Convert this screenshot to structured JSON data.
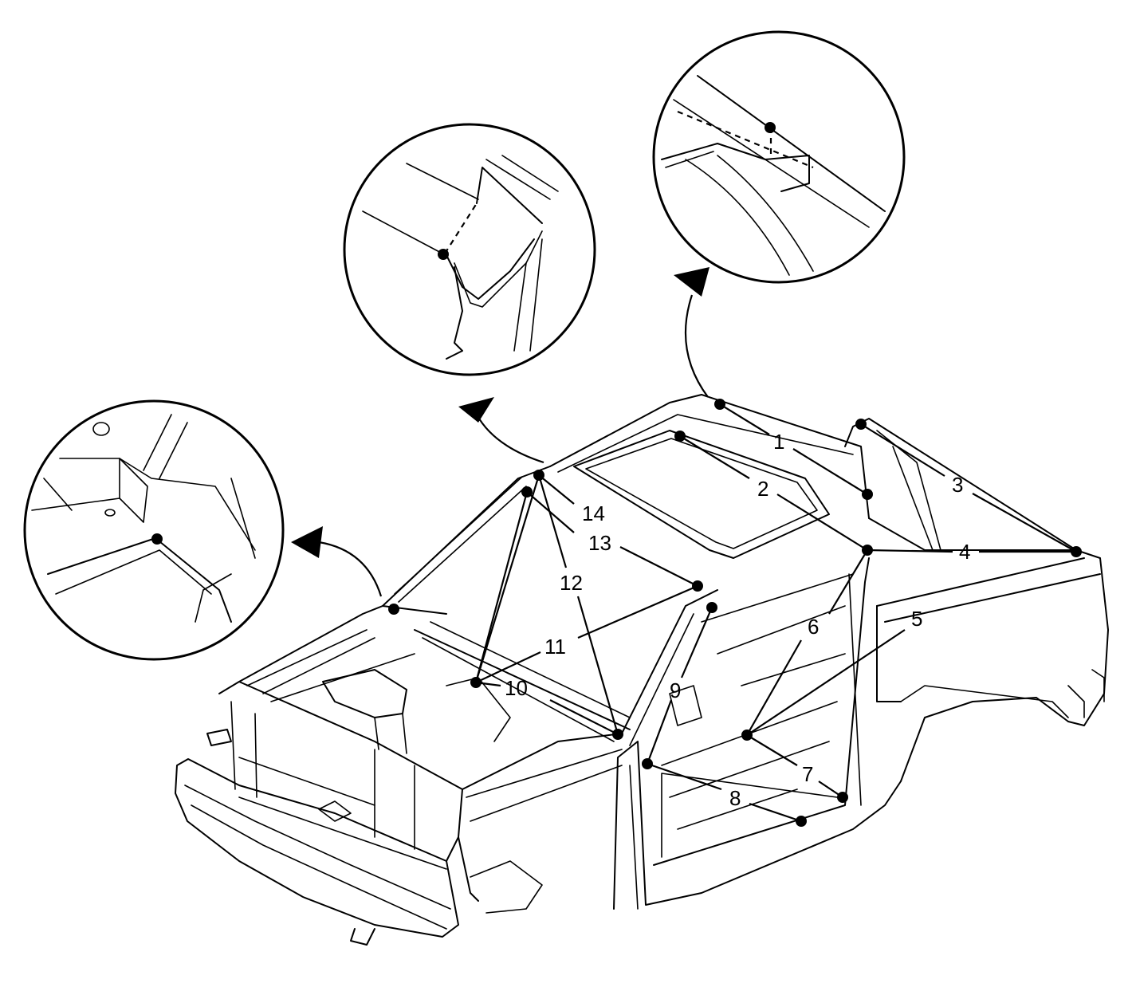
{
  "callouts": [
    "1",
    "2",
    "3",
    "4",
    "5",
    "6",
    "7",
    "8",
    "9",
    "10",
    "11",
    "12",
    "13",
    "14"
  ],
  "icons": {
    "arrow": "curved-arrow-icon",
    "weld_point": "weld-point-icon"
  },
  "colors": {
    "ink": "#000000",
    "paper": "#ffffff"
  }
}
